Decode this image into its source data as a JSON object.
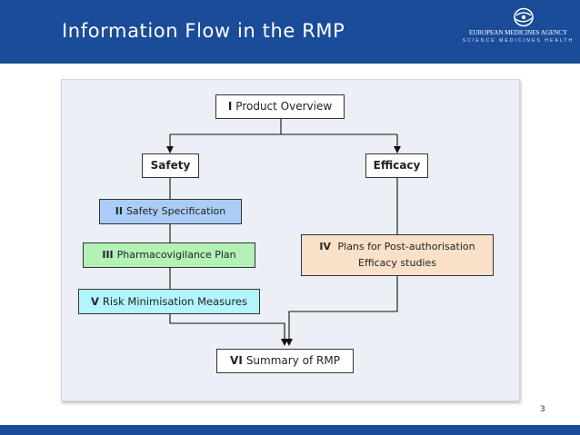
{
  "header": {
    "title": "Information Flow in the RMP",
    "logo": {
      "name": "EUROPEAN MEDICINES AGENCY",
      "tagline": "SCIENCE MEDICINES HEALTH"
    }
  },
  "diagram": {
    "nodes": {
      "product_overview": {
        "numeral": "I",
        "label": "Product Overview"
      },
      "safety": {
        "label": "Safety"
      },
      "efficacy": {
        "label": "Efficacy"
      },
      "safety_specification": {
        "numeral": "II",
        "label": "Safety Specification"
      },
      "pharmacovigilance_plan": {
        "numeral": "III",
        "label": "Pharmacovigilance Plan"
      },
      "risk_minimisation": {
        "numeral": "V",
        "label": "Risk Minimisation Measures"
      },
      "efficacy_plans": {
        "numeral": "IV",
        "label_line1": "Plans for Post-authorisation",
        "label_line2": "Efficacy studies"
      },
      "summary": {
        "numeral": "VI",
        "label": "Summary of RMP"
      }
    },
    "edges": [
      {
        "from": "Product Overview",
        "to": "Safety"
      },
      {
        "from": "Product Overview",
        "to": "Efficacy"
      },
      {
        "from": "Safety",
        "to": "Safety Specification"
      },
      {
        "from": "Safety Specification",
        "to": "Pharmacovigilance Plan"
      },
      {
        "from": "Pharmacovigilance Plan",
        "to": "Risk Minimisation Measures"
      },
      {
        "from": "Efficacy",
        "to": "Plans for Post-authorisation Efficacy studies"
      },
      {
        "from": "Risk Minimisation Measures",
        "to": "Summary of RMP"
      },
      {
        "from": "Plans for Post-authorisation Efficacy studies",
        "to": "Summary of RMP"
      }
    ],
    "colors": {
      "blue_box": "#a9cdf6",
      "green_box": "#b3f1b6",
      "cyan_box": "#b1f6fc",
      "peach_box": "#fae0c9",
      "header_blue": "#1b4c9a"
    }
  },
  "footer": {
    "page_number": "3"
  }
}
